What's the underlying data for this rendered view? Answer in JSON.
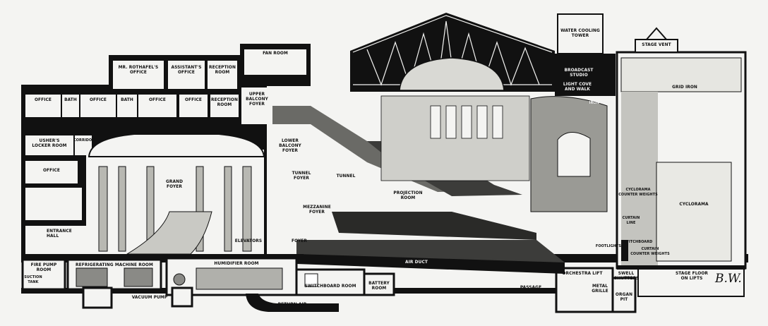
{
  "labels": {
    "fan_room": "FAN ROOM",
    "water_cooling_tower": "WATER COOLING\nTOWER",
    "stage_vent": "STAGE VENT",
    "rothafel_office": "MR. ROTHAFEL'S\nOFFICE",
    "assistants_office": "ASSISTANT'S\nOFFICE",
    "reception_room_top": "RECEPTION\nROOM",
    "broadcast_studio": "BROADCAST\nSTUDIO",
    "light_cove": "LIGHT COVE\nAND WALK",
    "suspended_iron_walk": "SUSPENDED\nIRON WALK",
    "grid_iron": "GRID IRON",
    "office_1": "OFFICE",
    "bath_1": "BATH",
    "office_2": "OFFICE",
    "bath_2": "BATH",
    "office_3": "OFFICE",
    "office_4": "OFFICE",
    "reception_room_2": "RECEPTION\nROOM",
    "upper_balcony_foyer": "UPPER\nBALCONY\nFOYER",
    "ushers_locker_room": "USHER'S\nLOCKER ROOM",
    "corridor": "CORRIDOR",
    "lower_balcony_foyer": "LOWER\nBALCONY\nFOYER",
    "office_5": "OFFICE",
    "tunnel_foyer": "TUNNEL\nFOYER",
    "tunnel": "TUNNEL",
    "grand_foyer": "GRAND\nFOYER",
    "cyclorama_counter_weights": "CYCLORAMA\nCOUNTER WEIGHTS",
    "cyclorama": "CYCLORAMA",
    "projection_room": "PROJECTION\nROOM",
    "mezzanine_foyer": "MEZZANINE\nFOYER",
    "curtain_line": "CURTAIN\nLINE",
    "entrance_hall": "ENTRANCE\nHALL",
    "elevators": "ELEVATORS",
    "foyer": "FOYER",
    "footlights": "FOOTLIGHTS",
    "switchboard": "SWITCHBOARD",
    "curtain_counter_weights": "CURTAIN\nCOUNTER WEIGHTS",
    "fire_pump_room": "FIRE PUMP\nROOM",
    "suction_tank": "SUCTION\nTANK",
    "refrigerating_machine_room": "REFRIGERATING MACHINE ROOM",
    "humidifier_room": "HUMIDIFIER ROOM",
    "air_duct": "AIR DUCT",
    "orchestra_lift": "ORCHESTRA LIFT",
    "swell_shutters": "SWELL\nSHUTTERS",
    "stage_floor_on_lifts": "STAGE FLOOR\nON LIFTS",
    "switchboard_room": "SWITCHBOARD ROOM",
    "battery_room": "BATTERY\nROOM",
    "passage": "PASSAGE",
    "metal_grille": "METAL\nGRILLE",
    "organ_pit": "ORGAN\nPIT",
    "vacuum_pump": "VACUUM PUMP",
    "return_air": "RETURN AIR"
  },
  "signature": "B.W.",
  "colors": {
    "ink": "#111111",
    "paper": "#f4f4f2",
    "shade": "#8a8a86",
    "light": "#d9d9d4"
  }
}
